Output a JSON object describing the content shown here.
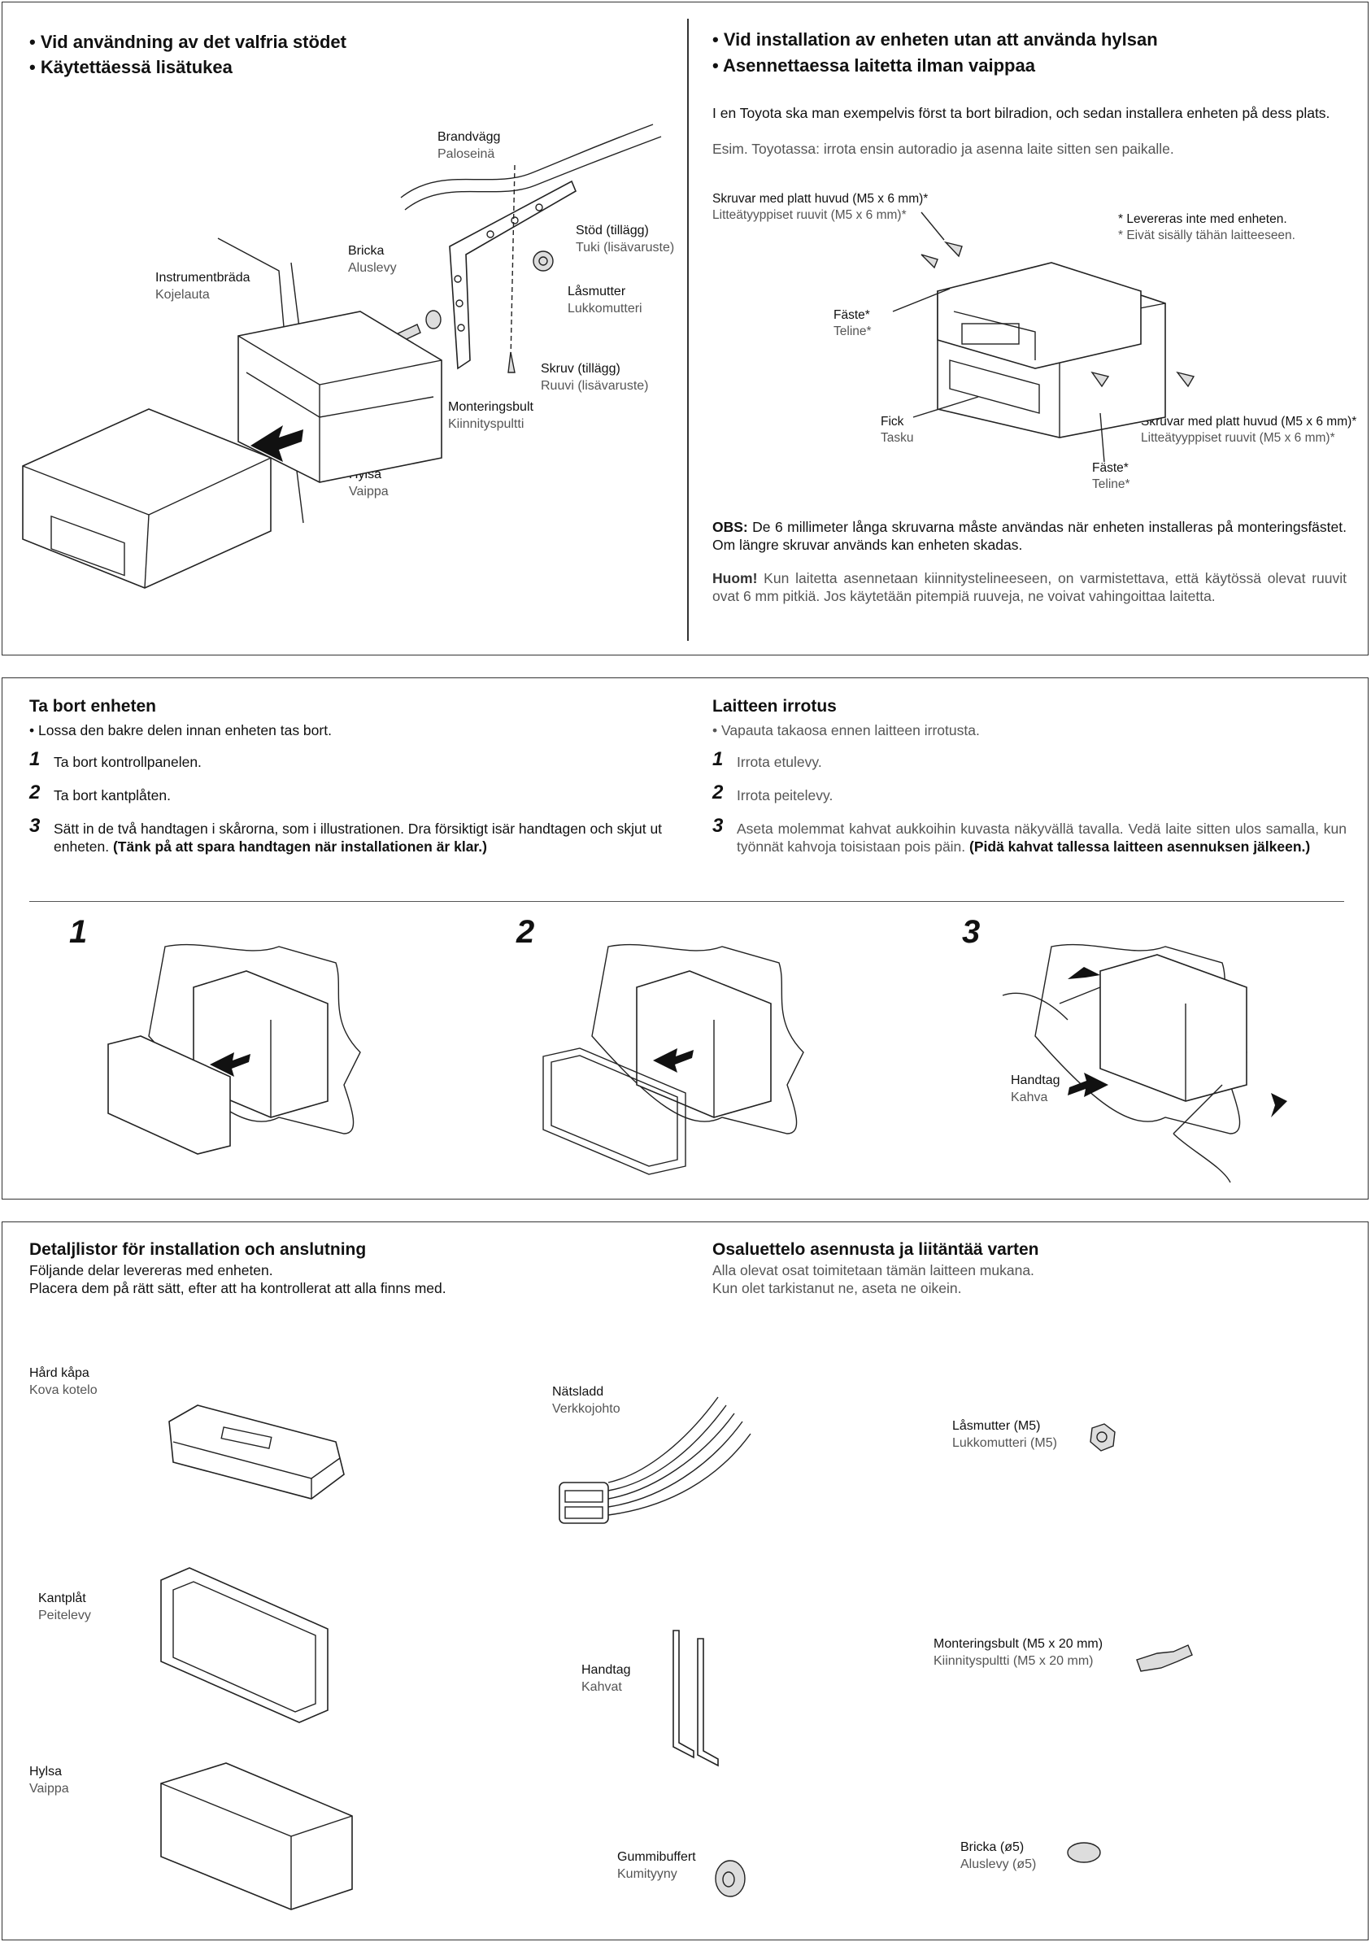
{
  "top": {
    "left": {
      "heading_sv": "• Vid användning av det valfria stödet",
      "heading_fi": "• Käytettäessä lisätukea",
      "labels": [
        {
          "sv": "Brandvägg",
          "fi": "Paloseinä"
        },
        {
          "sv": "Stöd (tillägg)",
          "fi": "Tuki (lisävaruste)"
        },
        {
          "sv": "Bricka",
          "fi": "Aluslevy"
        },
        {
          "sv": "Låsmutter",
          "fi": "Lukkomutteri"
        },
        {
          "sv": "Instrumentbräda",
          "fi": "Kojelauta"
        },
        {
          "sv": "Skruv (tillägg)",
          "fi": "Ruuvi (lisävaruste)"
        },
        {
          "sv": "Monteringsbult",
          "fi": "Kiinnityspultti"
        },
        {
          "sv": "Hylsa",
          "fi": "Vaippa"
        }
      ]
    },
    "right": {
      "heading_sv": "• Vid installation av enheten utan att använda hylsan",
      "heading_fi": "• Asennettaessa laitetta ilman vaippaa",
      "intro_sv": "I en Toyota ska man exempelvis först ta bort bilradion, och sedan installera enheten på dess plats.",
      "intro_fi": "Esim. Toyotassa: irrota ensin autoradio ja asenna laite sitten sen paikalle.",
      "labels": [
        {
          "sv": "Skruvar med platt huvud (M5 x 6 mm)*",
          "fi": "Litteätyyppiset ruuvit (M5 x 6 mm)*"
        },
        {
          "sv": "* Levereras inte med enheten.",
          "fi": "* Eivät sisälly tähän laitteeseen."
        },
        {
          "sv": "Fäste*",
          "fi": "Teline*"
        },
        {
          "sv": "Fick",
          "fi": "Tasku"
        },
        {
          "sv": "Skruvar med platt huvud (M5 x 6 mm)*",
          "fi": "Litteätyyppiset ruuvit (M5 x 6 mm)*"
        },
        {
          "sv": "Fäste*",
          "fi": "Teline*"
        }
      ],
      "obs_label": "OBS:",
      "obs_text": " De 6 millimeter långa skruvarna måste användas när enheten installeras på monteringsfästet. Om längre skruvar används kan enheten skadas.",
      "huom_label": "Huom!",
      "huom_text": " Kun laitetta asennetaan kiinnitystelineeseen, on varmistettava, että käytössä olevat ruuvit ovat 6 mm pitkiä. Jos käytetään pitempiä ruuveja, ne voivat vahingoittaa laitetta."
    }
  },
  "middle": {
    "sv": {
      "heading": "Ta bort enheten",
      "bullet": "• Lossa den bakre delen innan enheten tas bort.",
      "steps": [
        {
          "n": "1",
          "text": "Ta bort kontrollpanelen."
        },
        {
          "n": "2",
          "text": "Ta bort kantplåten."
        },
        {
          "n": "3",
          "text": "Sätt in de två handtagen i skårorna, som i illustrationen. Dra försiktigt isär handtagen och skjut ut enheten. ",
          "bold": "(Tänk på att spara handtagen när installationen är klar.)"
        }
      ]
    },
    "fi": {
      "heading": "Laitteen irrotus",
      "bullet": "• Vapauta takaosa ennen laitteen irrotusta.",
      "steps": [
        {
          "n": "1",
          "text": "Irrota etulevy."
        },
        {
          "n": "2",
          "text": "Irrota peitelevy."
        },
        {
          "n": "3",
          "text": "Aseta molemmat kahvat aukkoihin kuvasta näkyvällä tavalla. Vedä laite sitten ulos samalla, kun työnnät kahvoja toisistaan pois päin. ",
          "bold": "(Pidä kahvat tallessa laitteen asennuksen jälkeen.)"
        }
      ]
    },
    "figure_numbers": [
      "1",
      "2",
      "3"
    ],
    "handle_label": {
      "sv": "Handtag",
      "fi": "Kahva"
    }
  },
  "bottom": {
    "sv": {
      "heading": "Detaljlistor för installation och anslutning",
      "line1": "Följande delar levereras med enheten.",
      "line2": "Placera dem på rätt sätt, efter att ha kontrollerat att alla finns med."
    },
    "fi": {
      "heading": "Osaluettelo asennusta ja liitäntää varten",
      "line1": "Alla olevat osat toimitetaan tämän laitteen mukana.",
      "line2": "Kun olet tarkistanut ne, aseta ne oikein."
    },
    "parts": [
      {
        "sv": "Hård kåpa",
        "fi": "Kova kotelo"
      },
      {
        "sv": "Nätsladd",
        "fi": "Verkkojohto"
      },
      {
        "sv": "Låsmutter (M5)",
        "fi": "Lukkomutteri (M5)"
      },
      {
        "sv": "Kantplåt",
        "fi": "Peitelevy"
      },
      {
        "sv": "Handtag",
        "fi": "Kahvat"
      },
      {
        "sv": "Monteringsbult (M5 x 20 mm)",
        "fi": "Kiinnityspultti (M5 x 20 mm)"
      },
      {
        "sv": "Hylsa",
        "fi": "Vaippa"
      },
      {
        "sv": "Gummibuffert",
        "fi": "Kumityyny"
      },
      {
        "sv": "Bricka (ø5)",
        "fi": "Aluslevy (ø5)"
      }
    ]
  }
}
